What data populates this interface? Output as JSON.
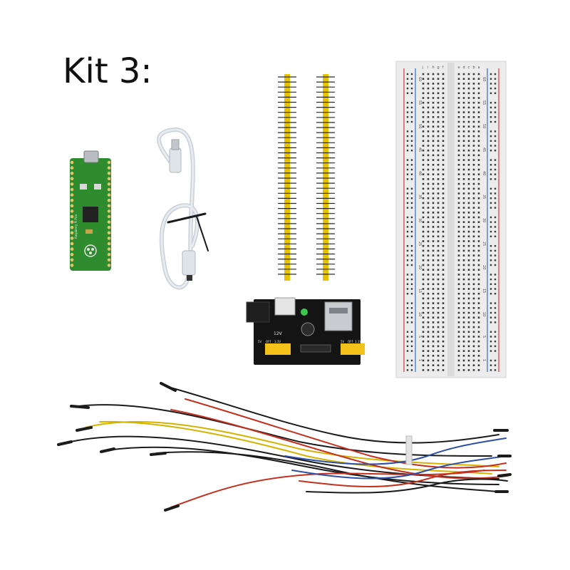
{
  "kit_label": "Kit 3:",
  "pico": {
    "board_color": "#2e8b2e",
    "silkscreen_text": "Raspberry Pi Pico"
  },
  "power_module": {
    "voltage_label": "12V",
    "jumper_left_labels": [
      "5V",
      "OFF",
      "3.3V"
    ],
    "jumper_right_labels": [
      "5V",
      "OFF",
      "3.3V"
    ],
    "header_color": "#f2c21a"
  },
  "breadboard": {
    "row_numbers": [
      "60",
      "55",
      "50",
      "45",
      "40",
      "35",
      "30",
      "25",
      "20",
      "15",
      "10",
      "5",
      "1"
    ],
    "col_letters_top": [
      "j",
      "i",
      "h",
      "g",
      "f",
      "e",
      "d",
      "c",
      "b",
      "a"
    ],
    "rail_plus_color": "#d23a3a",
    "rail_minus_color": "#2f6fd0"
  },
  "colors": {
    "pin_header_yellow": "#e6c200",
    "cable_white": "#dfe4ea",
    "jumper_red": "#c4301f",
    "jumper_black": "#1b1b1b",
    "jumper_yellow": "#d6b200",
    "jumper_blue": "#2d4fa8"
  }
}
